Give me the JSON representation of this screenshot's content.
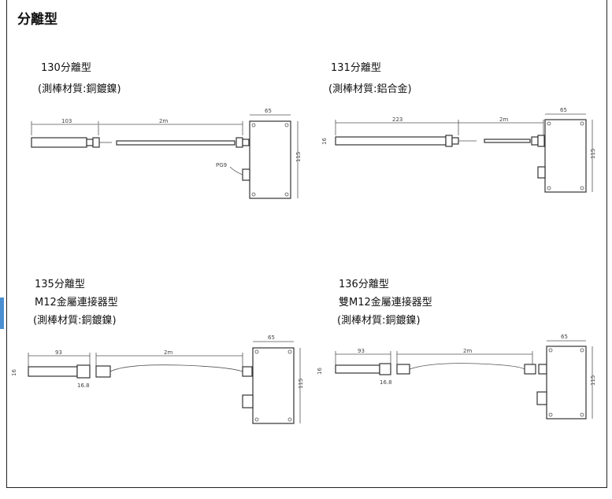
{
  "page_title": "分離型",
  "models": [
    {
      "model": "130分離型",
      "line2": "",
      "material": "(測棒材質:銅鍍鎳)",
      "dims": {
        "probe_len": "103",
        "cable": "2m",
        "box_w": "65",
        "box_h": "115",
        "gland": "PG9"
      }
    },
    {
      "model": "131分離型",
      "line2": "",
      "material": "(測棒材質:鋁合金)",
      "dims": {
        "probe_len": "223",
        "cable": "2m",
        "box_w": "65",
        "box_h": "115",
        "dia": "16"
      }
    },
    {
      "model": "135分離型",
      "line2": "M12金屬連接器型",
      "material": "(測棒材質:銅鍍鎳)",
      "dims": {
        "probe_len": "93",
        "cable": "2m",
        "box_w": "65",
        "box_h": "115",
        "dia": "16",
        "thread": "16.8"
      }
    },
    {
      "model": "136分離型",
      "line2": "雙M12金屬連接器型",
      "material": "(測棒材質:銅鍍鎳)",
      "dims": {
        "probe_len": "93",
        "cable": "2m",
        "box_w": "65",
        "box_h": "115",
        "dia": "16",
        "thread": "16.8"
      }
    }
  ]
}
